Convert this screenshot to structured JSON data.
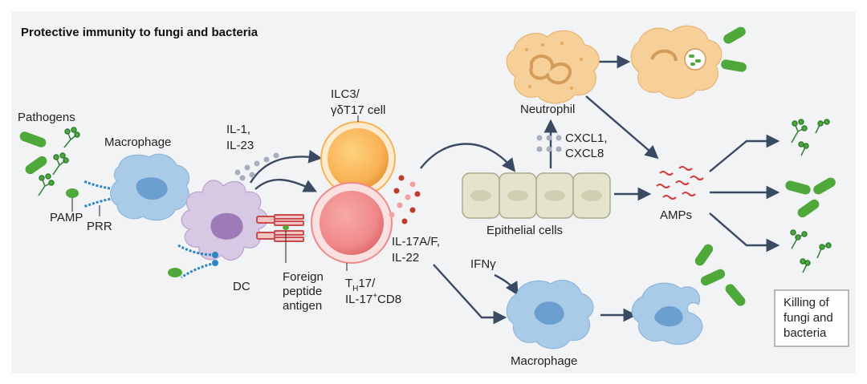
{
  "title": "Protective immunity to fungi and bacteria",
  "labels": {
    "pathogens": "Pathogens",
    "macrophage_left": "Macrophage",
    "pamp": "PAMP",
    "prr": "PRR",
    "il1": "IL-1,",
    "il23": "IL-23",
    "dc": "DC",
    "foreign_1": "Foreign",
    "foreign_2": "peptide",
    "foreign_3": "antigen",
    "ilc3_1": "ILC3/",
    "ilc3_2": "γδT17 cell",
    "th17_T": "T",
    "th17_sub": "H",
    "th17_rest": "17/",
    "il17cd8_a": "IL-17",
    "il17cd8_sup": "+",
    "il17cd8_b": "CD8",
    "il17af": "IL-17A/F,",
    "il22": "IL-22",
    "neutrophil": "Neutrophil",
    "cxcl1": "CXCL1,",
    "cxcl8": "CXCL8",
    "epithelial": "Epithelial cells",
    "amps": "AMPs",
    "ifng": "IFNγ",
    "macrophage_bottom": "Macrophage",
    "killing_1": "Killing of",
    "killing_2": "fungi and",
    "killing_3": "bacteria"
  },
  "colors": {
    "panel_bg": "#f2f3f5",
    "arrow": "#3b4a63",
    "macrophage": "#a9cbe8",
    "dc": "#d7c8e3",
    "ilc3": "#f8b254",
    "th17": "#f0898a",
    "neutrophil": "#f7cf98",
    "epithelial": "#e4e4cc",
    "bacteria": "#4fa83a",
    "prr": "#2f86c4",
    "amp": "#d83a3a",
    "cytokine_dot": "#a6adbd"
  }
}
